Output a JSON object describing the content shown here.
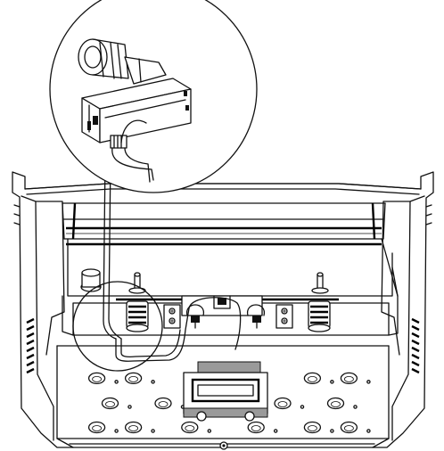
{
  "diagram": {
    "background": "#ffffff",
    "line_color": "#111111",
    "hole_grid_rows": [
      {
        "cy": 0.35,
        "holes": [
          0.12,
          0.23,
          0.5,
          0.77,
          0.88
        ]
      },
      {
        "cy": 0.62,
        "holes": [
          0.16,
          0.32,
          0.68,
          0.84
        ]
      },
      {
        "cy": 0.88,
        "holes": [
          0.12,
          0.23,
          0.4,
          0.6,
          0.77,
          0.88
        ]
      }
    ]
  }
}
